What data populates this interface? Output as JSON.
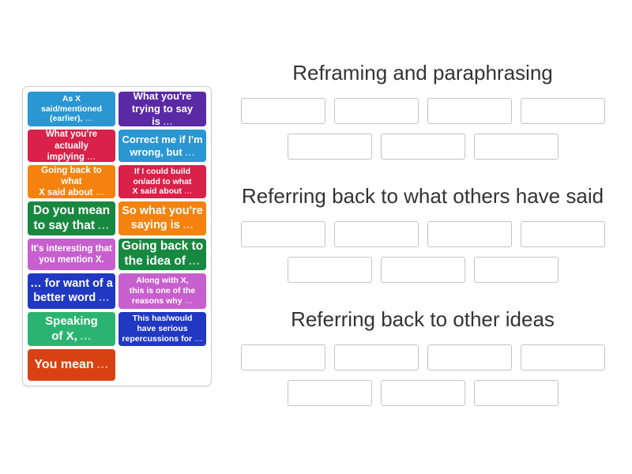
{
  "activity": {
    "type_label": "group-sort",
    "card_text_color": "#ffffff",
    "title_text_color": "#333333",
    "slot_border_color": "#c4c4c4",
    "tray_border_color": "#cfcfcf"
  },
  "tray": {
    "cards": [
      {
        "text": "As X\nsaid/mentioned\n(earlier),",
        "suffix": "…",
        "color": "#2a96d2",
        "size": 10.5
      },
      {
        "text": "What you're\ntrying to say is",
        "suffix": "…",
        "color": "#5a2aa5",
        "size": 13
      },
      {
        "text": "What you're\nactually implying",
        "suffix": "…",
        "color": "#d92149",
        "size": 11.5
      },
      {
        "text": "Correct me if I'm\nwrong, but",
        "suffix": "…",
        "color": "#2a96d2",
        "size": 13
      },
      {
        "text": "Going back to what\nX said about",
        "suffix": "…",
        "color": "#f5820f",
        "size": 11.5
      },
      {
        "text": "If I could build\non/add to what\nX said about",
        "suffix": "…",
        "color": "#d92149",
        "size": 10.5
      },
      {
        "text": "Do you mean\nto say that",
        "suffix": "…",
        "color": "#17883f",
        "size": 15.5
      },
      {
        "text": "So what you're\nsaying is",
        "suffix": "…",
        "color": "#f5820f",
        "size": 14.5
      },
      {
        "text": "It's interesting that\nyou mention X.",
        "suffix": "",
        "color": "#c85fce",
        "size": 11.5
      },
      {
        "text": "Going back to\nthe idea of",
        "suffix": "…",
        "color": "#17883f",
        "size": 15.5
      },
      {
        "text": "… for want of a\nbetter word",
        "suffix": "…",
        "color": "#2038c2",
        "size": 14.5
      },
      {
        "text": "Along with X,\nthis is one of the\nreasons why",
        "suffix": "…",
        "color": "#c85fce",
        "size": 10.5
      },
      {
        "text": "Speaking\nof X,",
        "suffix": "…",
        "color": "#2bb471",
        "size": 15
      },
      {
        "text": "This has/would\nhave serious\nrepercussions for",
        "suffix": "…",
        "color": "#2038c2",
        "size": 10.5
      },
      {
        "text": "You mean",
        "suffix": "…",
        "color": "#d84112",
        "size": 16
      }
    ]
  },
  "categories": [
    {
      "title": "Reframing and paraphrasing",
      "slot_rows": [
        4,
        3
      ]
    },
    {
      "title": "Referring back to what others have said",
      "slot_rows": [
        4,
        3
      ]
    },
    {
      "title": "Referring back to other ideas",
      "slot_rows": [
        4,
        3
      ]
    }
  ]
}
